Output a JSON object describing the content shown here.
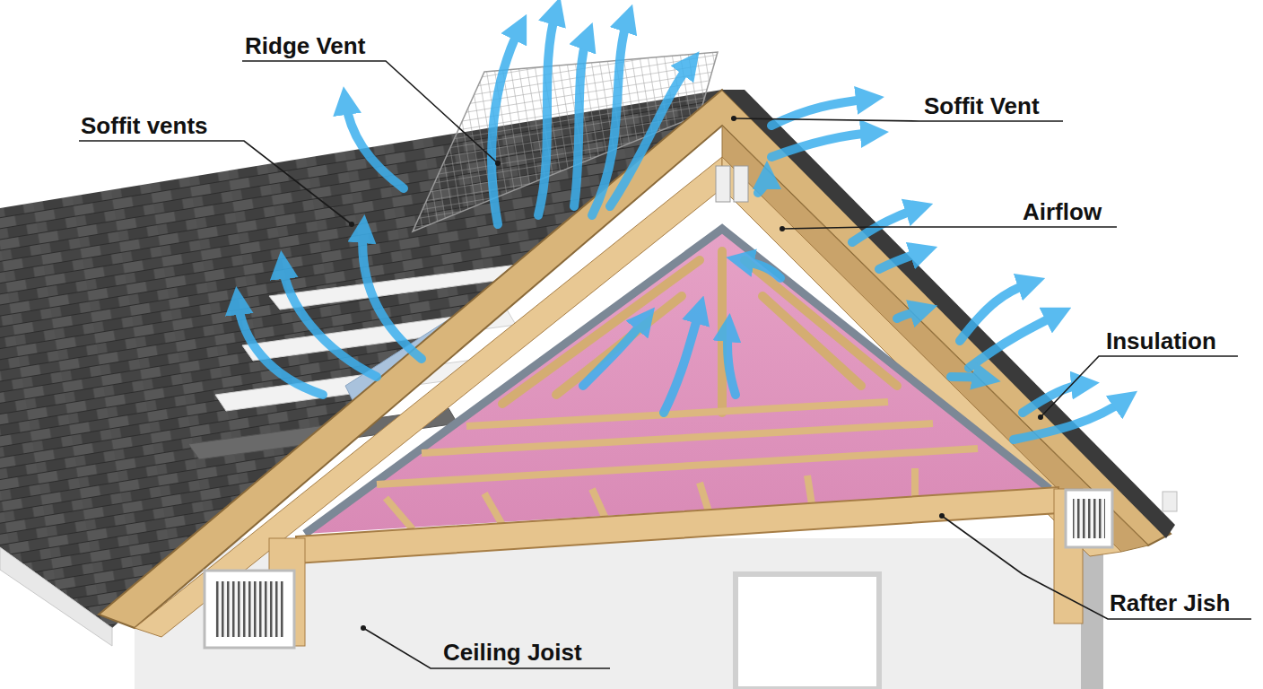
{
  "diagram": {
    "labels": [
      "Ridge Vent",
      "Soffit vents",
      "Soffit Vent",
      "Airflow",
      "Insulation",
      "Rafter Jish",
      "Ceiling Joist"
    ]
  }
}
